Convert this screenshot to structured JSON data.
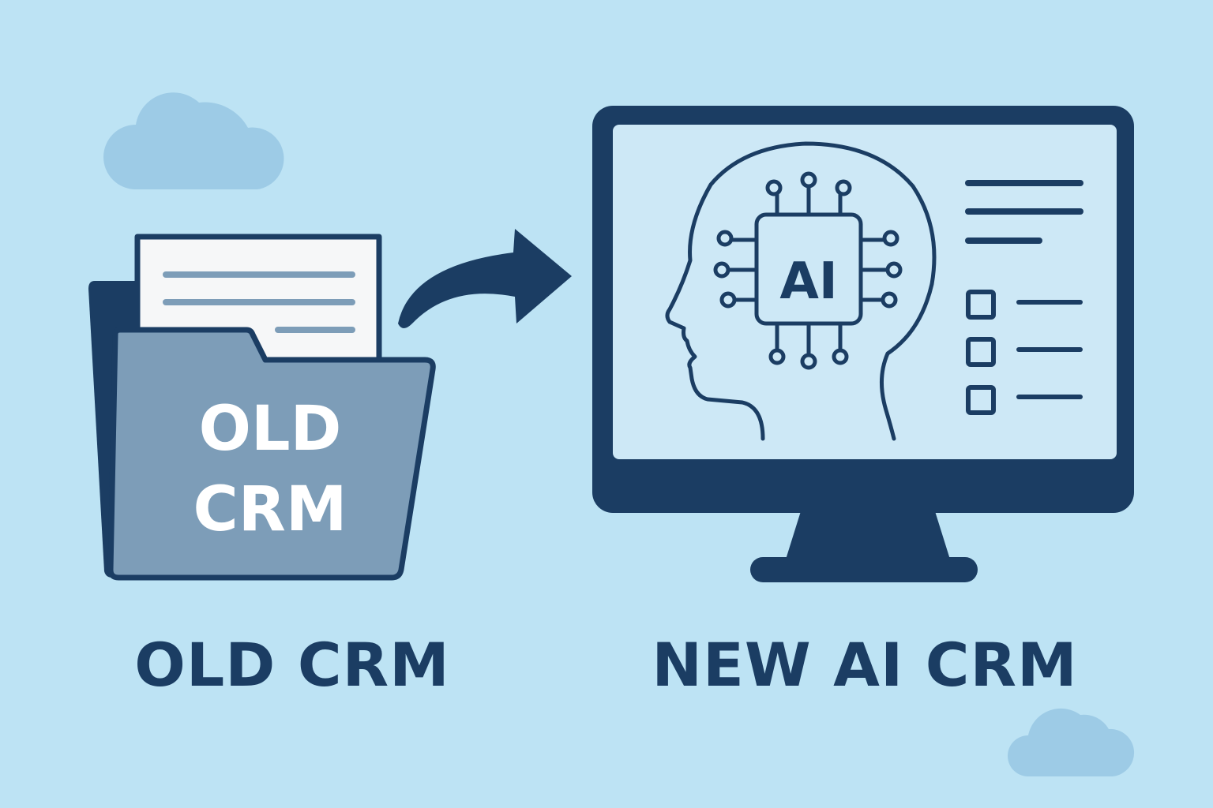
{
  "folder": {
    "label_line1": "OLD",
    "label_line2": "CRM"
  },
  "chip": {
    "label": "AI"
  },
  "captions": {
    "old": "OLD CRM",
    "new": "NEW AI CRM"
  },
  "colors": {
    "background": "#bde3f4",
    "navy": "#1b3d63",
    "folder_fill": "#7d9db8",
    "screen_fill": "#cde8f6",
    "paper_fill": "#f6f7f8",
    "cloud_fill": "#9dcbe6"
  },
  "icons": [
    "cloud-icon",
    "folder-icon",
    "document-icon",
    "arrow-icon",
    "monitor-icon",
    "head-icon",
    "chip-icon",
    "checkbox-icon"
  ]
}
